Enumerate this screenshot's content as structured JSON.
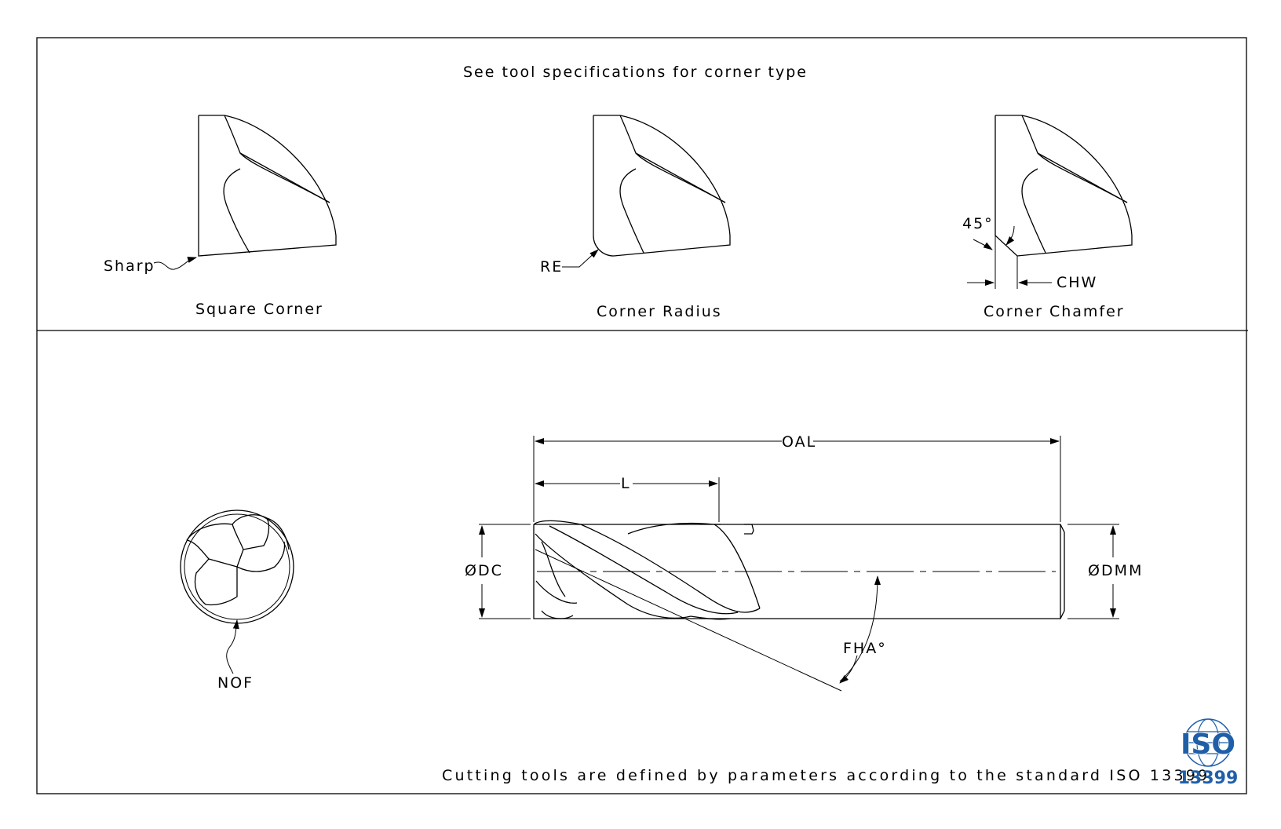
{
  "top": {
    "heading": "See tool specifications for corner type",
    "square_corner": {
      "caption": "Square Corner",
      "callout": "Sharp"
    },
    "corner_radius": {
      "caption": "Corner Radius",
      "callout": "RE"
    },
    "corner_chamfer": {
      "caption": "Corner Chamfer",
      "angle": "45°",
      "width": "CHW"
    }
  },
  "bottom": {
    "end_view": {
      "callout": "NOF"
    },
    "side_view": {
      "overall_length": "OAL",
      "length": "L",
      "cutting_diameter": "ØDC",
      "shank_diameter": "ØDMM",
      "helix_angle": "FHA°"
    },
    "footer": "Cutting tools are defined by parameters according to the standard ISO 13399"
  },
  "logo": {
    "text": "ISO",
    "number": "13399",
    "color": "#1f5fa8"
  }
}
